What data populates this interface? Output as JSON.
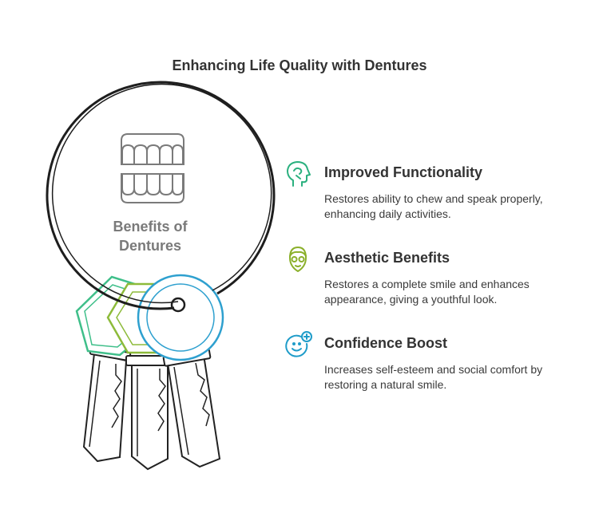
{
  "title": "Enhancing Life Quality with Dentures",
  "center": {
    "line1": "Benefits of",
    "line2": "Dentures",
    "icon": "dentures-icon"
  },
  "benefits": [
    {
      "heading": "Improved Functionality",
      "description": "Restores ability to chew and speak properly, enhancing daily activities.",
      "icon": "head-profile-icon",
      "color": "#2bb07f"
    },
    {
      "heading": "Aesthetic Benefits",
      "description": "Restores a complete smile and enhances appearance, giving a youthful look.",
      "icon": "face-mask-icon",
      "color": "#8bb02b"
    },
    {
      "heading": "Confidence Boost",
      "description": "Increases self-esteem and social comfort by restoring a natural smile.",
      "icon": "smile-plus-icon",
      "color": "#1f9cc9"
    }
  ]
}
